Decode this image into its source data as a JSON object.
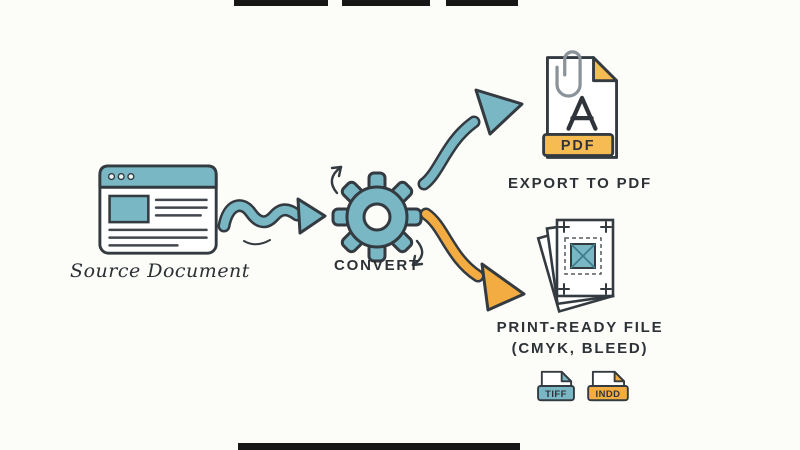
{
  "canvas": {
    "background": "#fcfcf8",
    "crop_bar_color": "#171717"
  },
  "colors": {
    "teal": "#79b7c4",
    "teal_dark": "#3f7f8d",
    "orange": "#f3ac41",
    "orange_light": "#f6bb52",
    "ink": "#333a40",
    "text": "#2d3237"
  },
  "nodes": {
    "source": {
      "label": "Source Document"
    },
    "convert": {
      "label": "CONVERT"
    },
    "export": {
      "label": "EXPORT TO PDF",
      "file_badge": "PDF"
    },
    "print": {
      "label": "PRINT-READY FILE",
      "sublabel": "(CMYK, BLEED)"
    },
    "formats": [
      {
        "label": "TIFF"
      },
      {
        "label": "INDD"
      }
    ]
  }
}
